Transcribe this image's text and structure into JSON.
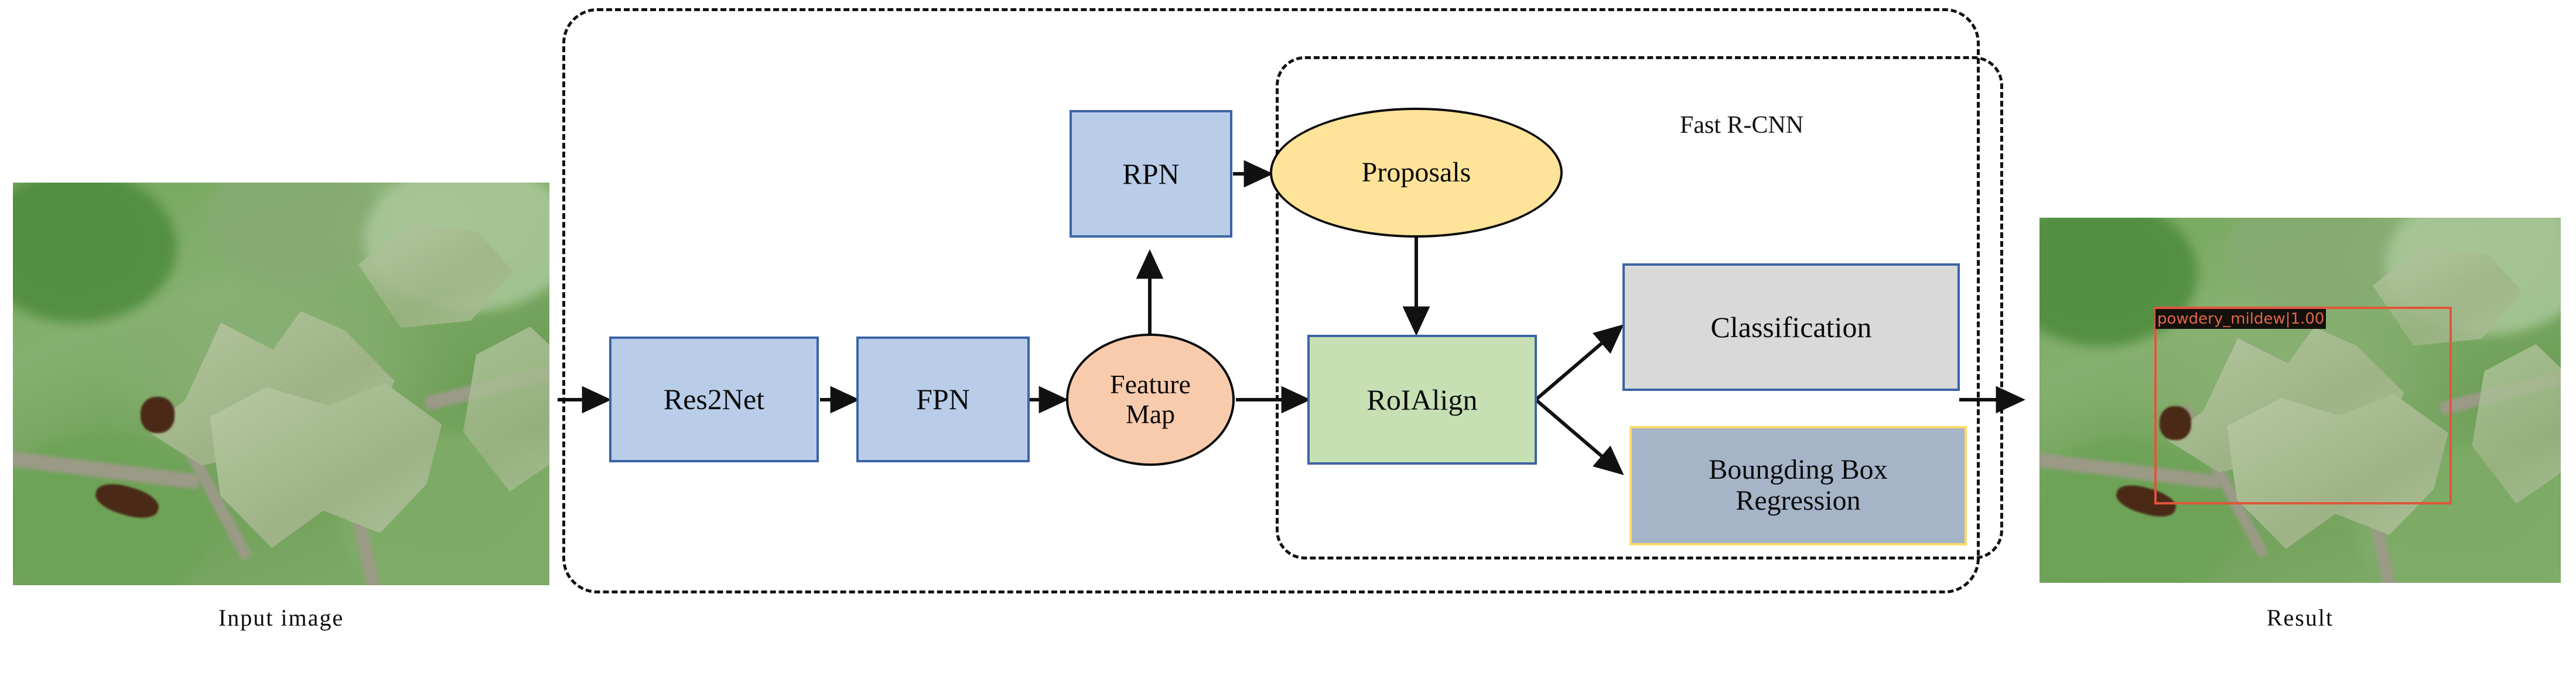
{
  "figure": {
    "type": "architecture-diagram",
    "title": "Mask R-CNN / Fast R-CNN detection pipeline for powdery mildew"
  },
  "left_panel": {
    "caption": "Input image",
    "image_alt": "close-up photograph of a fuzzy green leaf on a stem with blurred green foliage background"
  },
  "right_panel": {
    "caption": "Result",
    "image_alt": "same leaf photograph with an orange detection bounding box",
    "detection": {
      "class_label": "powdery_mildew",
      "separator": "|",
      "score": "1.00",
      "full_label": "powdery_mildew|1.00",
      "box_color": "#e2553a",
      "label_bg": "#14100c",
      "label_fg": "#e2664a"
    }
  },
  "pipeline": {
    "outer_group_name": "backbone-and-heads",
    "inner_group_label": "Fast R-CNN",
    "nodes": [
      {
        "id": "res2net",
        "label": "Res2Net",
        "shape": "rect",
        "fill": "#b9cde9",
        "stroke": "#3b64a4"
      },
      {
        "id": "fpn",
        "label": "FPN",
        "shape": "rect",
        "fill": "#b9cde9",
        "stroke": "#3b64a4"
      },
      {
        "id": "feature_map",
        "label": "Feature\nMap",
        "shape": "ellipse",
        "fill": "#f8cbad",
        "stroke": "#0c0c0c"
      },
      {
        "id": "rpn",
        "label": "RPN",
        "shape": "rect",
        "fill": "#b9cde9",
        "stroke": "#3b64a4"
      },
      {
        "id": "proposals",
        "label": "Proposals",
        "shape": "ellipse",
        "fill": "#ffe399",
        "stroke": "#0c0c0c"
      },
      {
        "id": "roialign",
        "label": "RoIAlign",
        "shape": "rect",
        "fill": "#c6e0b4",
        "stroke": "#3b64a4"
      },
      {
        "id": "classification",
        "label": "Classification",
        "shape": "rect",
        "fill": "#d9d9d9",
        "stroke": "#3b64a4"
      },
      {
        "id": "bbox_regression",
        "label": "Boungding Box\nRegression",
        "shape": "rect",
        "fill": "#a6b4c8",
        "stroke": "#ffd966"
      }
    ],
    "node_labels": {
      "res2net": "Res2Net",
      "fpn": "FPN",
      "feature_map_line1": "Feature",
      "feature_map_line2": "Map",
      "rpn": "RPN",
      "proposals": "Proposals",
      "roialign": "RoIAlign",
      "classification": "Classification",
      "bbox_line1": "Boungding Box",
      "bbox_line2": "Regression"
    },
    "edges": [
      {
        "from": "input_image",
        "to": "res2net",
        "style": "solid-arrow"
      },
      {
        "from": "res2net",
        "to": "fpn",
        "style": "solid-arrow"
      },
      {
        "from": "fpn",
        "to": "feature_map",
        "style": "solid-arrow"
      },
      {
        "from": "feature_map",
        "to": "rpn",
        "style": "solid-arrow-up"
      },
      {
        "from": "rpn",
        "to": "proposals",
        "style": "solid-arrow"
      },
      {
        "from": "proposals",
        "to": "roialign",
        "style": "solid-arrow-down"
      },
      {
        "from": "feature_map",
        "to": "roialign",
        "style": "solid-arrow"
      },
      {
        "from": "roialign",
        "to": "classification",
        "style": "solid-arrow-diag-up"
      },
      {
        "from": "roialign",
        "to": "bbox_regression",
        "style": "solid-arrow-diag-down"
      },
      {
        "from": "classification",
        "to": "result_image",
        "style": "solid-arrow"
      }
    ],
    "dash_style": "dashed rounded rectangle"
  },
  "colors": {
    "background": "#ffffff",
    "text": "#0a0a0a",
    "dash_border": "#111111",
    "blue_fill": "#b9cde9",
    "blue_stroke": "#3b64a4",
    "green_fill": "#c6e0b4",
    "grey_fill": "#d9d9d9",
    "slate_fill": "#a6b4c8",
    "gold_stroke": "#ffd966",
    "peach_fill": "#f8cbad",
    "gold_fill": "#ffe399"
  }
}
